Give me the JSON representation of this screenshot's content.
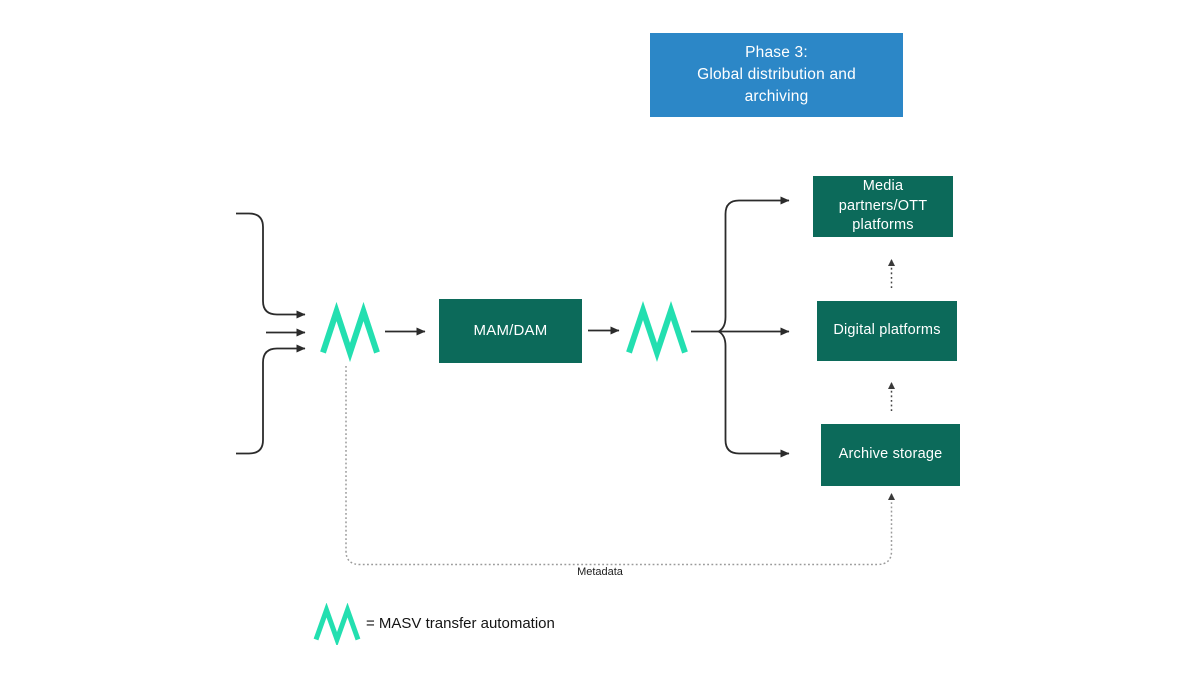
{
  "banner": {
    "lines": [
      "Phase 3:",
      "Global distribution and",
      "archiving"
    ]
  },
  "nodes": {
    "mam_dam": {
      "label": "MAM/DAM"
    },
    "media_partners": {
      "lines": [
        "Media",
        "partners/OTT",
        "platforms"
      ]
    },
    "digital_platforms": {
      "label": "Digital platforms"
    },
    "archive_storage": {
      "label": "Archive storage"
    }
  },
  "labels": {
    "metadata": "Metadata",
    "legend": "= MASV transfer automation"
  },
  "icons": {
    "masv_logo": "masv-zigzag-m"
  },
  "colors": {
    "banner_blue": "#2c87c7",
    "node_green": "#0c6a5a",
    "masv_teal": "#23dfb0",
    "line_dark": "#2b2b2b",
    "dotted_gray": "#9a9a9a",
    "dotted_dark": "#444444"
  }
}
